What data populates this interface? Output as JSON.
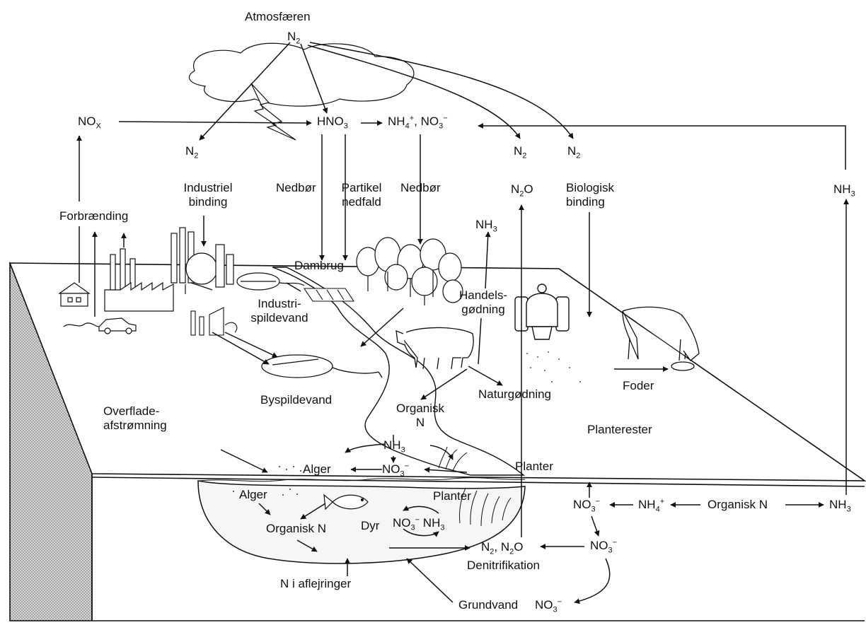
{
  "labels": {
    "atmosphere": "Atmosfæren",
    "n2_top": "N",
    "nox": "NO",
    "hno3": "HNO",
    "nh4_no3_top": "NH, NO",
    "n2_left": "N",
    "n2_mid": "N",
    "n2_right": "N",
    "n2o_up": "N O",
    "nh3_far_right": "NH",
    "forbraending": "Forbrænding",
    "industriel_binding": "Industriel\nbinding",
    "nedboer_1": "Nedbør",
    "partikel_nedfald": "Partikel\nnedfald",
    "nedboer_2": "Nedbør",
    "biologisk_binding": "Biologisk\nbinding",
    "nh3_handels": "NH",
    "dambrug": "Dambrug",
    "handelsgoedning": "Handels-\ngødning",
    "industrispildevand": "Industri-\nspildevand",
    "byspildevand": "Byspildevand",
    "naturgoedning": "Naturgødning",
    "foder": "Foder",
    "organisk_n_land": "Organisk\nN",
    "planterester": "Planterester",
    "overfladeafstroemning": "Overflade-\nafstrømning",
    "nh3_water": "NH",
    "alger_surface": "Alger",
    "no3_water": "NO",
    "planter_shore": "Planter",
    "alger_lake": "Alger",
    "planter_lake": "Planter",
    "organisk_n_lake": "Organisk N",
    "dyr": "Dyr",
    "no3_nh3_lake": "NO NH",
    "no3_soil_1": "NO",
    "nh4_soil": "NH",
    "organisk_n_soil": "Organisk N",
    "nh3_soil": "NH",
    "no3_soil_2": "NO",
    "n2_n2o_soil": "N, N O",
    "denitrifikation": "Denitrifikation",
    "n_i_aflejringer": "N i aflejringer",
    "grundvand": "Grundvand",
    "no3_grundvand": "NO"
  },
  "colors": {
    "ink": "#111111",
    "ground_side": "#bdbdbd",
    "water": "#eef2f5",
    "paper": "#ffffff"
  },
  "icons": [
    "lightning-icon",
    "house-icon",
    "factory-icon",
    "car-icon",
    "industrial-plant-icon",
    "treatment-tank-icon",
    "fish-farm-icon",
    "trees-icon",
    "tractor-icon",
    "cow-icon",
    "fish-icon",
    "water-plants-icon"
  ]
}
